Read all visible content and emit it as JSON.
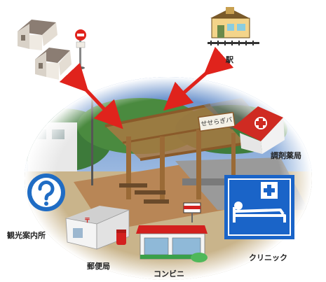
{
  "labels": {
    "station": "駅",
    "pharmacy": "調剤薬局",
    "tourist_info": "観光案内所",
    "post_office": "郵便局",
    "convenience_store": "コンビニ",
    "clinic": "クリニック"
  },
  "sign_text": "せせらぎパ",
  "icons": {
    "houses": "house-icon",
    "bus_stop": "bus-stop-icon",
    "station": "station-building-icon",
    "pharmacy": "pharmacy-house-icon",
    "tourist_info": "question-mark-icon",
    "post_office": "post-office-icon",
    "convenience_store": "convenience-store-icon",
    "clinic": "hospital-bed-icon",
    "arrows": "double-arrow-icon"
  },
  "colors": {
    "arrow": "#e0231c",
    "info_blue": "#1f6cc4",
    "clinic_blue": "#1a64c8",
    "store_red": "#d3201e",
    "roof_red": "#d8302a"
  }
}
